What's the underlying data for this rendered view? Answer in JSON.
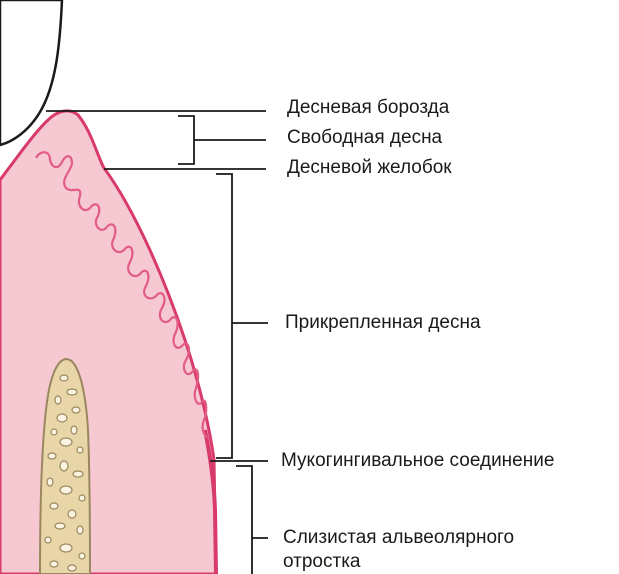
{
  "labels": {
    "gingival_sulcus": "Десневая борозда",
    "free_gingiva": "Свободная десна",
    "gingival_groove": "Десневой желобок",
    "attached_gingiva": "Прикрепленная десна",
    "mucogingival_junction": "Мукогингивальное соединение",
    "alveolar_mucosa_line1": "Слизистая альвеолярного",
    "alveolar_mucosa_line2": "отростка"
  },
  "colors": {
    "gingiva_fill": "#f6c9d2",
    "epithelium_outline": "#e25c85",
    "mucosa_border": "#d83a6c",
    "bone_fill": "#e9d6a8",
    "bone_outline": "#9a8760",
    "trabecula_fill": "#fbf4e2",
    "leader_line": "#1a1a1a"
  }
}
